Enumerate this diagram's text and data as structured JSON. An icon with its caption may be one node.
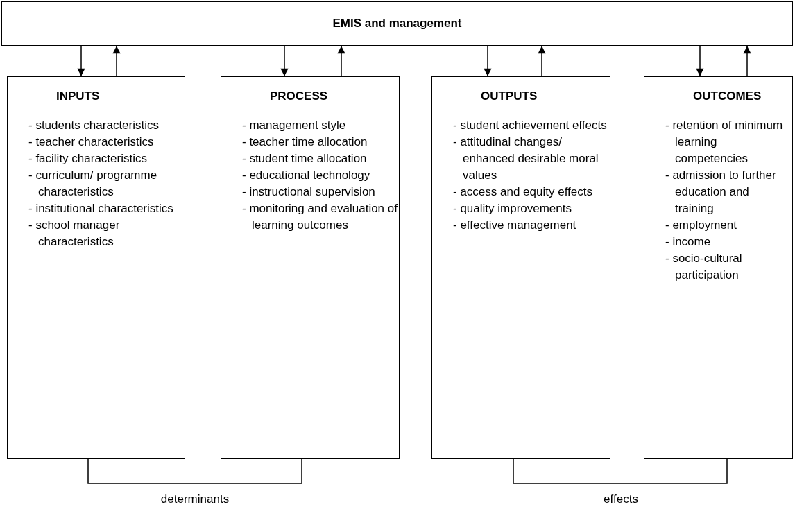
{
  "diagram": {
    "nodes": [
      {
        "text": [
          "EMIS and management"
        ]
      },
      {
        "text": [
          "INPUTS",
          "- students characteristics",
          "- teacher characteristics",
          "- facility characteristics",
          "- curriculum/ programme characteristics",
          "- institutional characteristics",
          "- school manager characteristics"
        ]
      },
      {
        "text": [
          "PROCESS",
          "- management style",
          "- teacher time allocation",
          "- student time allocation",
          "- educational technology",
          "- instructional supervision",
          "- monitoring and evaluation of learning outcomes"
        ]
      },
      {
        "text": [
          "OUTPUTS",
          "- student achievement effects",
          "- attitudinal changes/ enhanced desirable moral values",
          "- access and equity effects",
          "- quality improvements",
          "- effective management"
        ]
      },
      {
        "text": [
          "OUTCOMES",
          "- retention of minimum learning competencies",
          "- admission to further education and training",
          "- employment",
          "- income",
          "- socio-cultural participation"
        ]
      }
    ],
    "edges": [
      {
        "from": 0,
        "to": 1,
        "arrow": "to"
      },
      {
        "from": 1,
        "to": 0,
        "arrow": "to"
      },
      {
        "from": 0,
        "to": 2,
        "arrow": "to"
      },
      {
        "from": 2,
        "to": 0,
        "arrow": "to"
      },
      {
        "from": 0,
        "to": 3,
        "arrow": "to"
      },
      {
        "from": 3,
        "to": 0,
        "arrow": "to"
      },
      {
        "from": 0,
        "to": 4,
        "arrow": "to"
      },
      {
        "from": 4,
        "to": 0,
        "arrow": "to"
      }
    ],
    "labels": [
      "determinants",
      "effects"
    ]
  }
}
